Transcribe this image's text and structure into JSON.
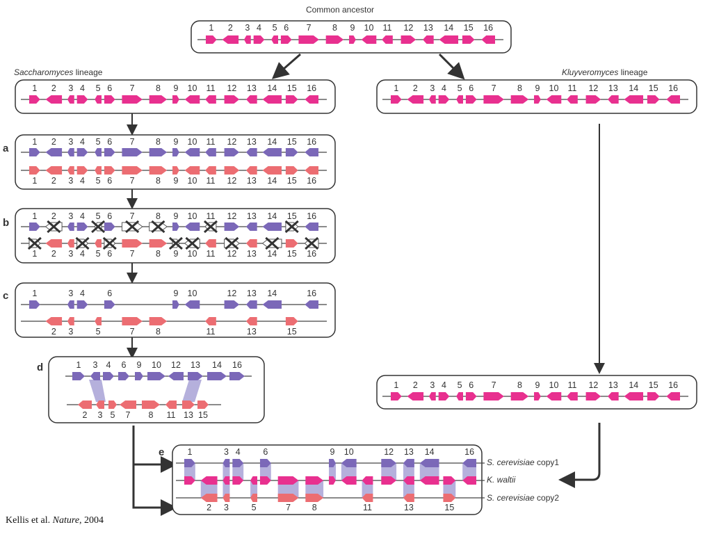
{
  "title": "Common ancestor",
  "lineage_left": {
    "name": "Saccharomyces",
    "suffix": " lineage"
  },
  "lineage_right": {
    "name": "Kluyveromyces",
    "suffix": " lineage"
  },
  "steps": [
    "a",
    "b",
    "c",
    "d",
    "e"
  ],
  "gene_numbers": [
    "1",
    "2",
    "3",
    "4",
    "5",
    "6",
    "7",
    "8",
    "9",
    "10",
    "11",
    "12",
    "13",
    "14",
    "15",
    "16"
  ],
  "track_labels": {
    "copy1_species": "S. cerevisiae",
    "copy1_suffix": " copy1",
    "waltii": "K. waltii",
    "copy2_species": "S. cerevisiae",
    "copy2_suffix": " copy2"
  },
  "citation": {
    "authors": "Kellis et al. ",
    "journal": "Nature",
    "year": ", 2004"
  },
  "colors": {
    "ancestral": "#e8308f",
    "copy1": "#7b68b8",
    "copy2": "#ec6d72",
    "link": "#b5b0dc"
  }
}
